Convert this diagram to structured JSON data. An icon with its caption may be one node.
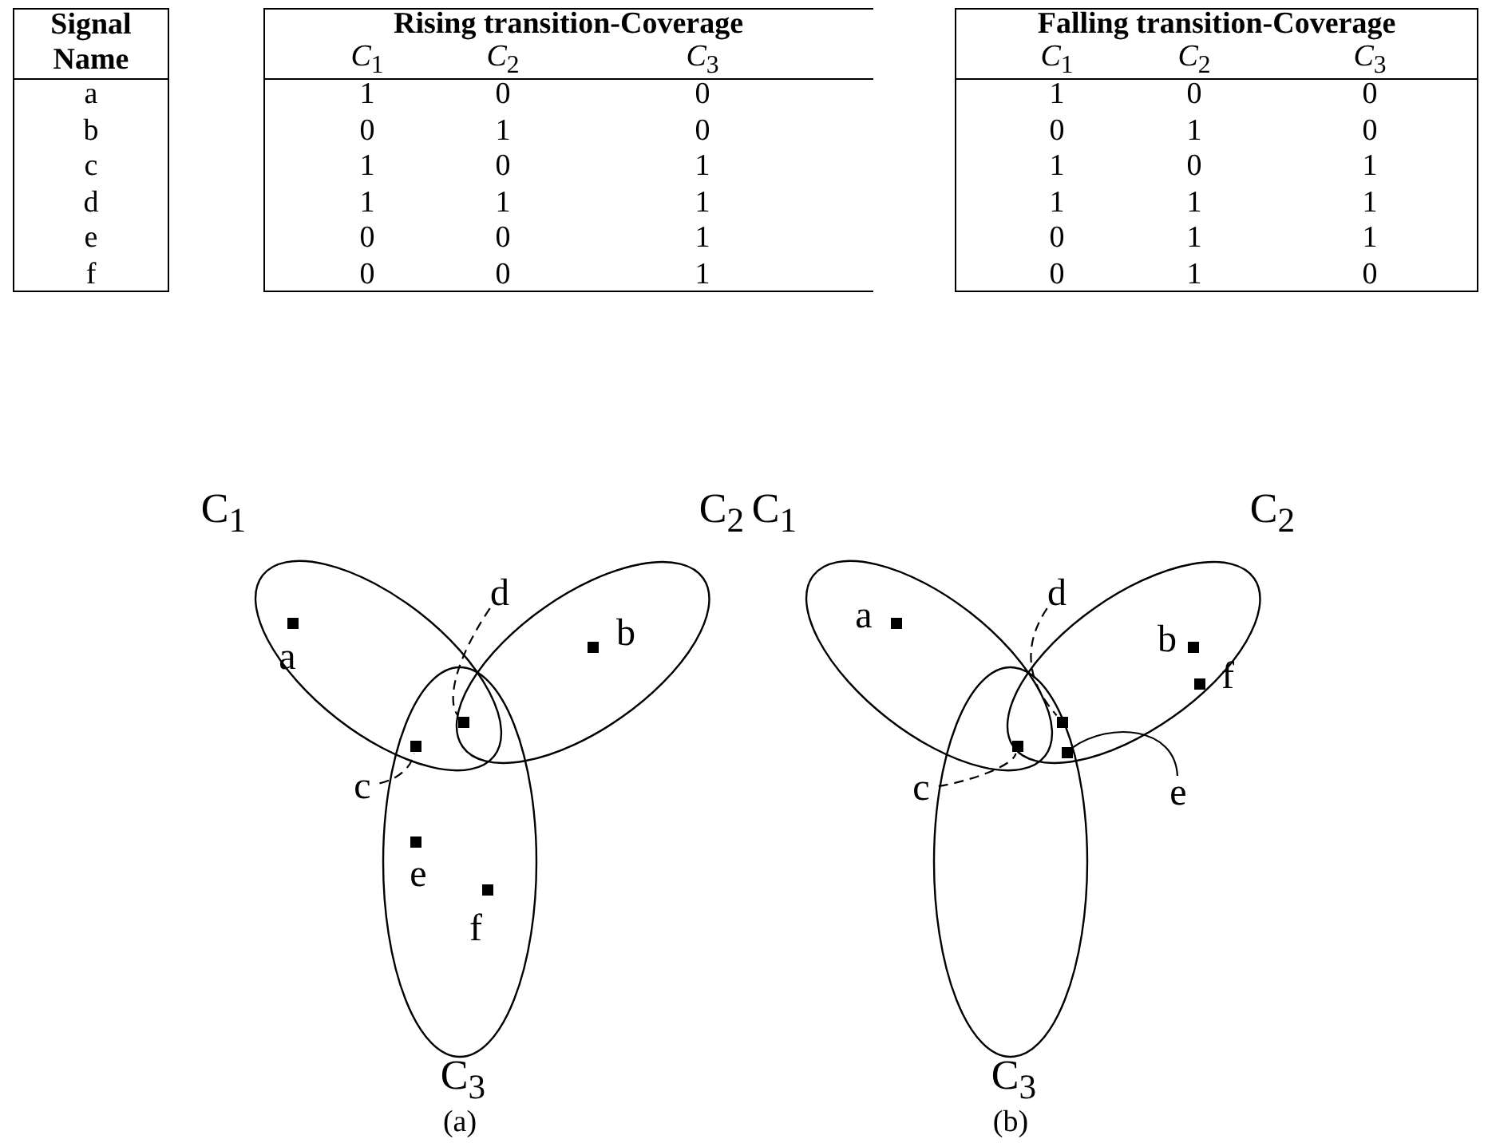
{
  "diagram": {
    "nodes": [
      {
        "text": [
          "C$_{1}$"
        ]
      },
      {
        "text": [
          "C$_{2}$"
        ]
      },
      {
        "text": [
          "C$_{3}$"
        ]
      },
      {
        "text": [],
        "shape": "box",
        "beside": [
          "a"
        ],
        "in": 0
      },
      {
        "text": [
          "d"
        ]
      },
      {
        "text": [],
        "shape": "box"
      },
      {
        "text": [],
        "shape": "box",
        "beside": [
          "b"
        ],
        "in": 1
      },
      {
        "text": [
          "c"
        ]
      },
      {
        "text": [],
        "shape": "box"
      },
      {
        "text": [],
        "shape": "box",
        "beside": [
          "e"
        ],
        "in": 2
      },
      {
        "text": [],
        "shape": "box",
        "beside": [
          "f"
        ],
        "in": 2
      },
      {
        "text": [
          "C$_{1}$"
        ]
      },
      {
        "text": [
          "C$_{2}$"
        ]
      },
      {
        "text": [
          "C$_{3}$"
        ]
      },
      {
        "text": [],
        "shape": "box",
        "beside": [
          "a"
        ],
        "in": 11
      },
      {
        "text": [
          "d"
        ]
      },
      {
        "text": [],
        "shape": "box"
      },
      {
        "text": [],
        "shape": "box",
        "beside": [
          "b"
        ],
        "in": 12
      },
      {
        "text": [],
        "shape": "box",
        "beside": [
          "f"
        ],
        "in": 12
      },
      {
        "text": [
          "c"
        ]
      },
      {
        "text": [],
        "shape": "box"
      },
      {
        "text": [],
        "shape": "box"
      },
      {
        "text": [
          "e"
        ]
      }
    ],
    "edges": [
      {
        "from": 4,
        "to": 5,
        "arrow": "none",
        "style": "dashed"
      },
      {
        "from": 7,
        "to": 8,
        "arrow": "none",
        "style": "dashed"
      },
      {
        "from": 15,
        "to": 16,
        "arrow": "none",
        "style": "dashed"
      },
      {
        "from": 19,
        "to": 20,
        "arrow": "none",
        "style": "dashed"
      },
      {
        "from": 22,
        "to": 21,
        "arrow": "none"
      }
    ],
    "labels": [
      "Signal Name",
      "Rising transition-Coverage",
      "Falling transition-Coverage",
      "*C*$_{1}$",
      "*C*$_{2}$",
      "*C*$_{3}$",
      "*C*$_{1}$",
      "*C*$_{2}$",
      "*C*$_{3}$",
      "a",
      "1",
      "0",
      "0",
      "1",
      "0",
      "0",
      "b",
      "0",
      "1",
      "0",
      "0",
      "1",
      "0",
      "c",
      "1",
      "0",
      "1",
      "1",
      "0",
      "1",
      "d",
      "1",
      "1",
      "1",
      "1",
      "1",
      "1",
      "e",
      "0",
      "0",
      "1",
      "0",
      "1",
      "1",
      "f",
      "0",
      "0",
      "1",
      "0",
      "1",
      "0",
      "(a)",
      "(b)"
    ]
  }
}
